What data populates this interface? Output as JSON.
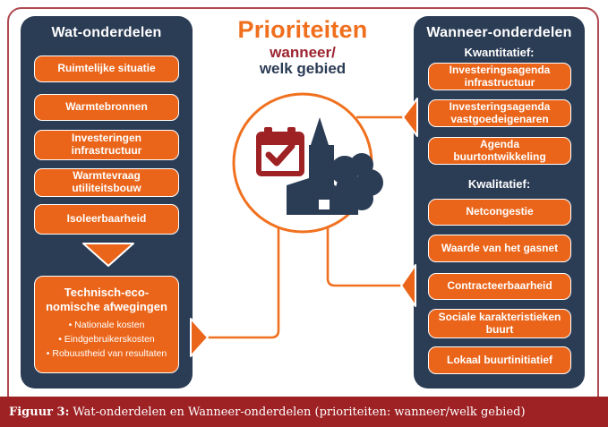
{
  "left_panel": {
    "title": "Wat-onderdelen",
    "items": [
      "Ruimtelijke situatie",
      "Warmtebronnen",
      "Investeringen infrastructuur",
      "Warmtevraag utiliteitsbouw",
      "Isoleerbaarheid"
    ],
    "summary": {
      "title": "Technisch-eco-\nnomische afwegingen",
      "bullets": [
        "• Nationale kosten",
        "• Eindgebruikerskosten",
        "• Robuustheid van resultaten"
      ]
    }
  },
  "center": {
    "title": "Prioriteiten",
    "subtitle1": "wanneer/",
    "subtitle2": "welk gebied",
    "icons": [
      "calendar-check",
      "village-silhouette"
    ]
  },
  "right_panel": {
    "title": "Wanneer-onderdelen",
    "groups": [
      {
        "label": "Kwantitatief:",
        "items": [
          "Investeringsagenda infrastructuur",
          "Investeringsagenda vastgoedeigenaren",
          "Agenda buurtontwikkeling"
        ]
      },
      {
        "label": "Kwalitatief:",
        "items": [
          "Netcongestie",
          "Waarde van het gasnet",
          "Contracteerbaarheid",
          "Sociale karakteristieken buurt",
          "Lokaal buurtinitiatief"
        ]
      }
    ]
  },
  "caption": {
    "label": "Figuur 3:",
    "text": "Wat-onderdelen en Wanneer-onderdelen (prioriteiten: wanneer/welk gebied)"
  },
  "colors": {
    "navy": "#2b3c55",
    "orange": "#ea651a",
    "title_orange": "#f06f1e",
    "maroon": "#9e2124",
    "subtitle_crimson": "#9c2430",
    "frame_border": "#b04a52",
    "white": "#ffffff"
  }
}
